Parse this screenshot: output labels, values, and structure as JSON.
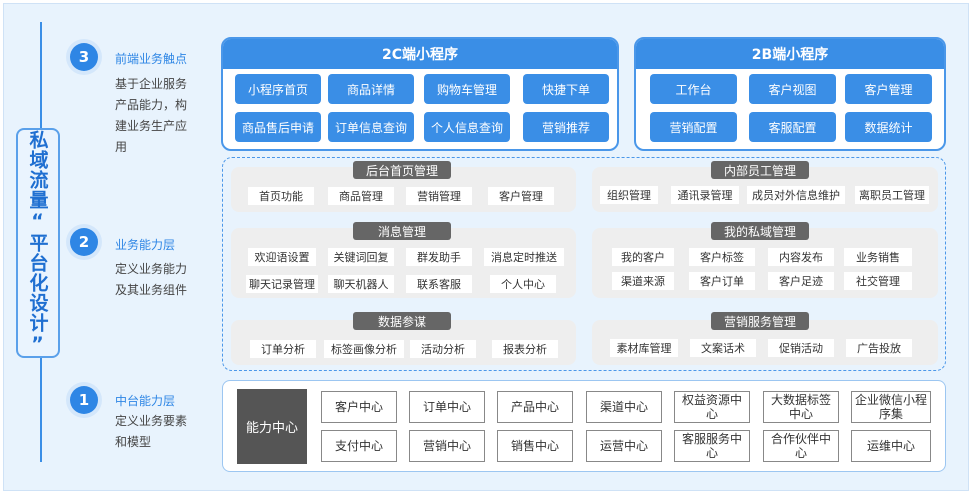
{
  "side_title": "私域流量“平台化设计”",
  "levels": [
    {
      "num": "3",
      "title": "前端业务触点",
      "desc": [
        "基于企业服务",
        "产品能力，构",
        "建业务生产应",
        "用"
      ]
    },
    {
      "num": "2",
      "title": "业务能力层",
      "desc": [
        "定义业务能力",
        "及其业务组件"
      ]
    },
    {
      "num": "1",
      "title": "中台能力层",
      "desc": [
        "定义业务要素",
        "和模型"
      ]
    }
  ],
  "c2": {
    "title": "2C端小程序",
    "items": [
      "小程序首页",
      "商品详情",
      "购物车管理",
      "快捷下单",
      "商品售后申请",
      "订单信息查询",
      "个人信息查询",
      "营销推荐"
    ]
  },
  "b2": {
    "title": "2B端小程序",
    "items": [
      "工作台",
      "客户视图",
      "客户管理",
      "营销配置",
      "客服配置",
      "数据统计"
    ]
  },
  "groups": {
    "backend": {
      "title": "后台首页管理",
      "items": [
        "首页功能",
        "商品管理",
        "营销管理",
        "客户管理"
      ]
    },
    "staff": {
      "title": "内部员工管理",
      "items": [
        "组织管理",
        "通讯录管理",
        "成员对外信息维护",
        "离职员工管理"
      ]
    },
    "message": {
      "title": "消息管理",
      "items": [
        "欢迎语设置",
        "关键词回复",
        "群发助手",
        "消息定时推送",
        "聊天记录管理",
        "聊天机器人",
        "联系客服",
        "个人中心"
      ]
    },
    "private": {
      "title": "我的私域管理",
      "items": [
        "我的客户",
        "客户标签",
        "内容发布",
        "业务销售",
        "渠道来源",
        "客户订单",
        "客户足迹",
        "社交管理"
      ]
    },
    "data": {
      "title": "数据参谋",
      "items": [
        "订单分析",
        "标签画像分析",
        "活动分析",
        "报表分析"
      ]
    },
    "marketing": {
      "title": "营销服务管理",
      "items": [
        "素材库管理",
        "文案话术",
        "促销活动",
        "广告投放"
      ]
    }
  },
  "core": {
    "label": "能力中心",
    "row1": [
      "客户中心",
      "订单中心",
      "产品中心",
      "渠道中心",
      "权益资源中心",
      "大数据标签中心",
      "企业微信小程序集"
    ],
    "row2": [
      "支付中心",
      "营销中心",
      "销售中心",
      "运营中心",
      "客服服务中心",
      "合作伙伴中心",
      "运维中心"
    ]
  }
}
